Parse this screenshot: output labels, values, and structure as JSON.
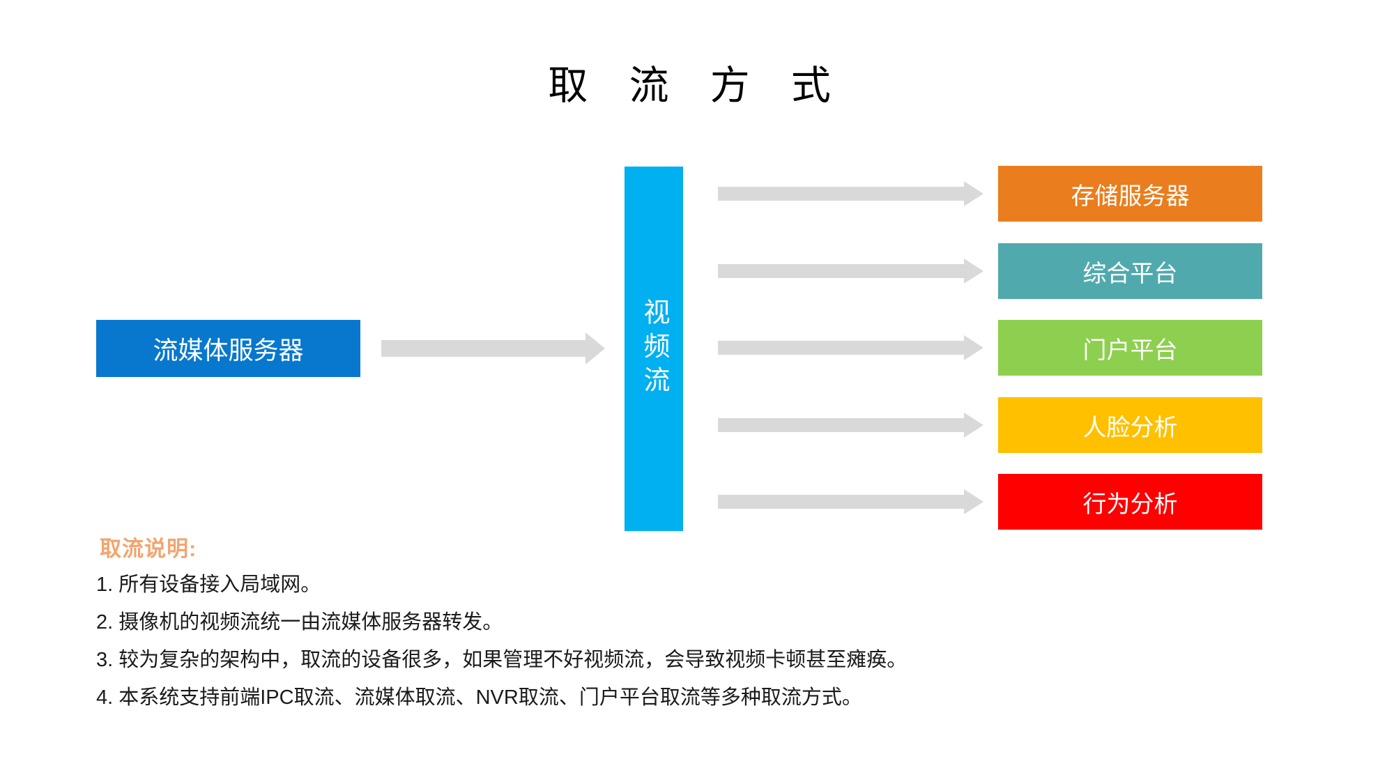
{
  "title": "取 流 方 式",
  "diagram": {
    "source_box": {
      "label": "流媒体服务器",
      "color": "#0878CE"
    },
    "stream_box": {
      "label": "视频流",
      "color": "#00B0F0"
    },
    "targets": [
      {
        "label": "存储服务器",
        "color": "#EA7D1D"
      },
      {
        "label": "综合平台",
        "color": "#50AAAD"
      },
      {
        "label": "门户平台",
        "color": "#8DCF4E"
      },
      {
        "label": "人脸分析",
        "color": "#FFC000"
      },
      {
        "label": "行为分析",
        "color": "#FF0000"
      }
    ],
    "arrow_color": "#D9D9D9"
  },
  "notes": {
    "heading": "取流说明:",
    "heading_color": "#F2A56F",
    "items": [
      "1. 所有设备接入局域网。",
      "2. 摄像机的视频流统一由流媒体服务器转发。",
      "3. 较为复杂的架构中，取流的设备很多，如果管理不好视频流，会导致视频卡顿甚至瘫痪。",
      "4. 本系统支持前端IPC取流、流媒体取流、NVR取流、门户平台取流等多种取流方式。"
    ]
  }
}
